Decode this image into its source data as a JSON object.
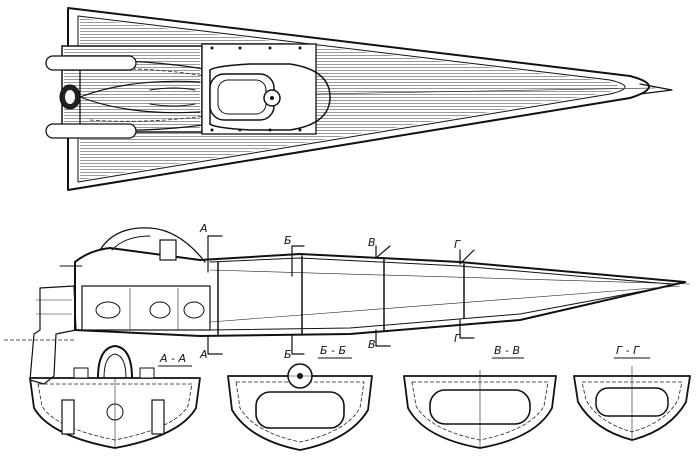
{
  "section_markers": {
    "a_top": "А",
    "a_bottom": "А",
    "b_top": "Б",
    "b_bottom": "Б",
    "v_top": "В",
    "v_bottom": "В",
    "g_top": "Г",
    "g_bottom": "Г"
  },
  "section_titles": {
    "a": "А - А",
    "b": "Б - Б",
    "v": "В - В",
    "g": "Г - Г"
  }
}
